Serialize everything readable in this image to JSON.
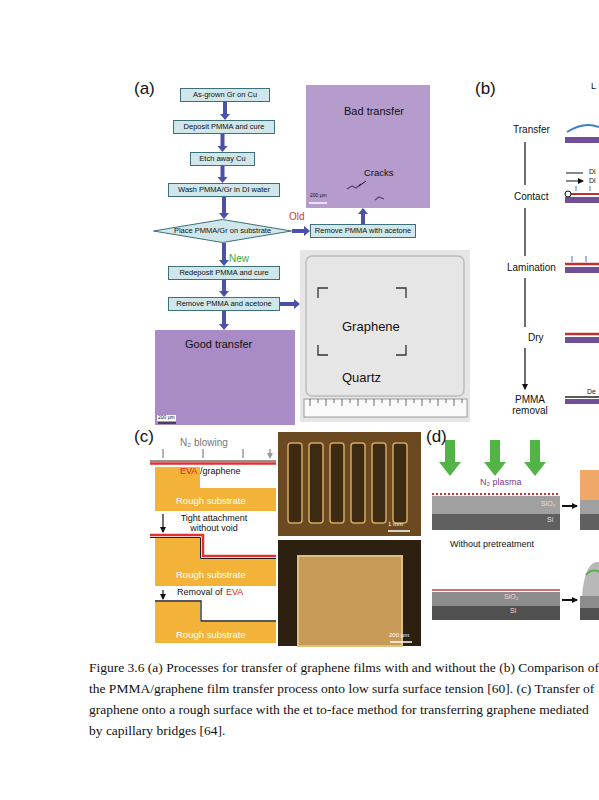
{
  "diagram": {
    "caption": "Figure 3.6 (a) Processes for transfer of graphene films with and without the (b) Comparison of the PMMA/graphene film transfer process onto low surfa surface tension [60]. (c) Transfer of graphene onto a rough surface with the et to-face method for transferring graphene mediated by capillary bridges [64].",
    "nodes": [
      {
        "text": [
          "As-grown Gr on Cu"
        ]
      },
      {
        "text": [
          "Deposit PMMA and cure"
        ]
      },
      {
        "text": [
          "Etch away Cu"
        ]
      },
      {
        "text": [
          "Wash PMMA/Gr in DI water"
        ]
      },
      {
        "text": [
          "Place PMMA/Gr on substrate"
        ]
      },
      {
        "text": [
          "Remove PMMA with acetone"
        ]
      },
      {
        "text": [
          "Redeposit PMMA and cure"
        ]
      },
      {
        "text": [
          "Remove PMMA and acetone"
        ]
      },
      {
        "text": [
          "Bad transfer",
          "Cracks",
          "200 μm"
        ]
      },
      {
        "text": [
          "Graphene",
          "Quartz"
        ]
      },
      {
        "text": [
          "Good transfer",
          "200 μm"
        ]
      }
    ],
    "edges": [
      {
        "from": 0,
        "to": 1,
        "arrow": "to"
      },
      {
        "from": 1,
        "to": 2,
        "arrow": "to"
      },
      {
        "from": 2,
        "to": 3,
        "arrow": "to"
      },
      {
        "from": 3,
        "to": 4,
        "arrow": "to"
      },
      {
        "from": 4,
        "to": 5,
        "label": "Old",
        "arrow": "to"
      },
      {
        "from": 5,
        "to": 8,
        "arrow": "to"
      },
      {
        "from": 4,
        "to": 6,
        "label": "New",
        "arrow": "to"
      },
      {
        "from": 6,
        "to": 7,
        "arrow": "to"
      },
      {
        "from": 7,
        "to": 9,
        "arrow": "to"
      },
      {
        "from": 7,
        "to": 10,
        "arrow": "to"
      }
    ],
    "labels": [
      "(a)",
      "(b)",
      "L",
      "Transfer",
      "Contact",
      "Lamination",
      "Dry",
      "PMMA removal",
      "Di",
      "Di",
      "De",
      "(c)",
      "N₂ blowing",
      "EVA",
      "/graphene",
      "Rough substrate",
      "Tight attachment without void",
      "Rough substrate",
      "Removal of",
      "EVA",
      "Rough substrate",
      "1 mm",
      "200 μm",
      "(d)",
      "N₂ plasma",
      "SiO₂",
      "Si",
      "Without pretreatment",
      "SiO₂",
      "Si"
    ]
  }
}
